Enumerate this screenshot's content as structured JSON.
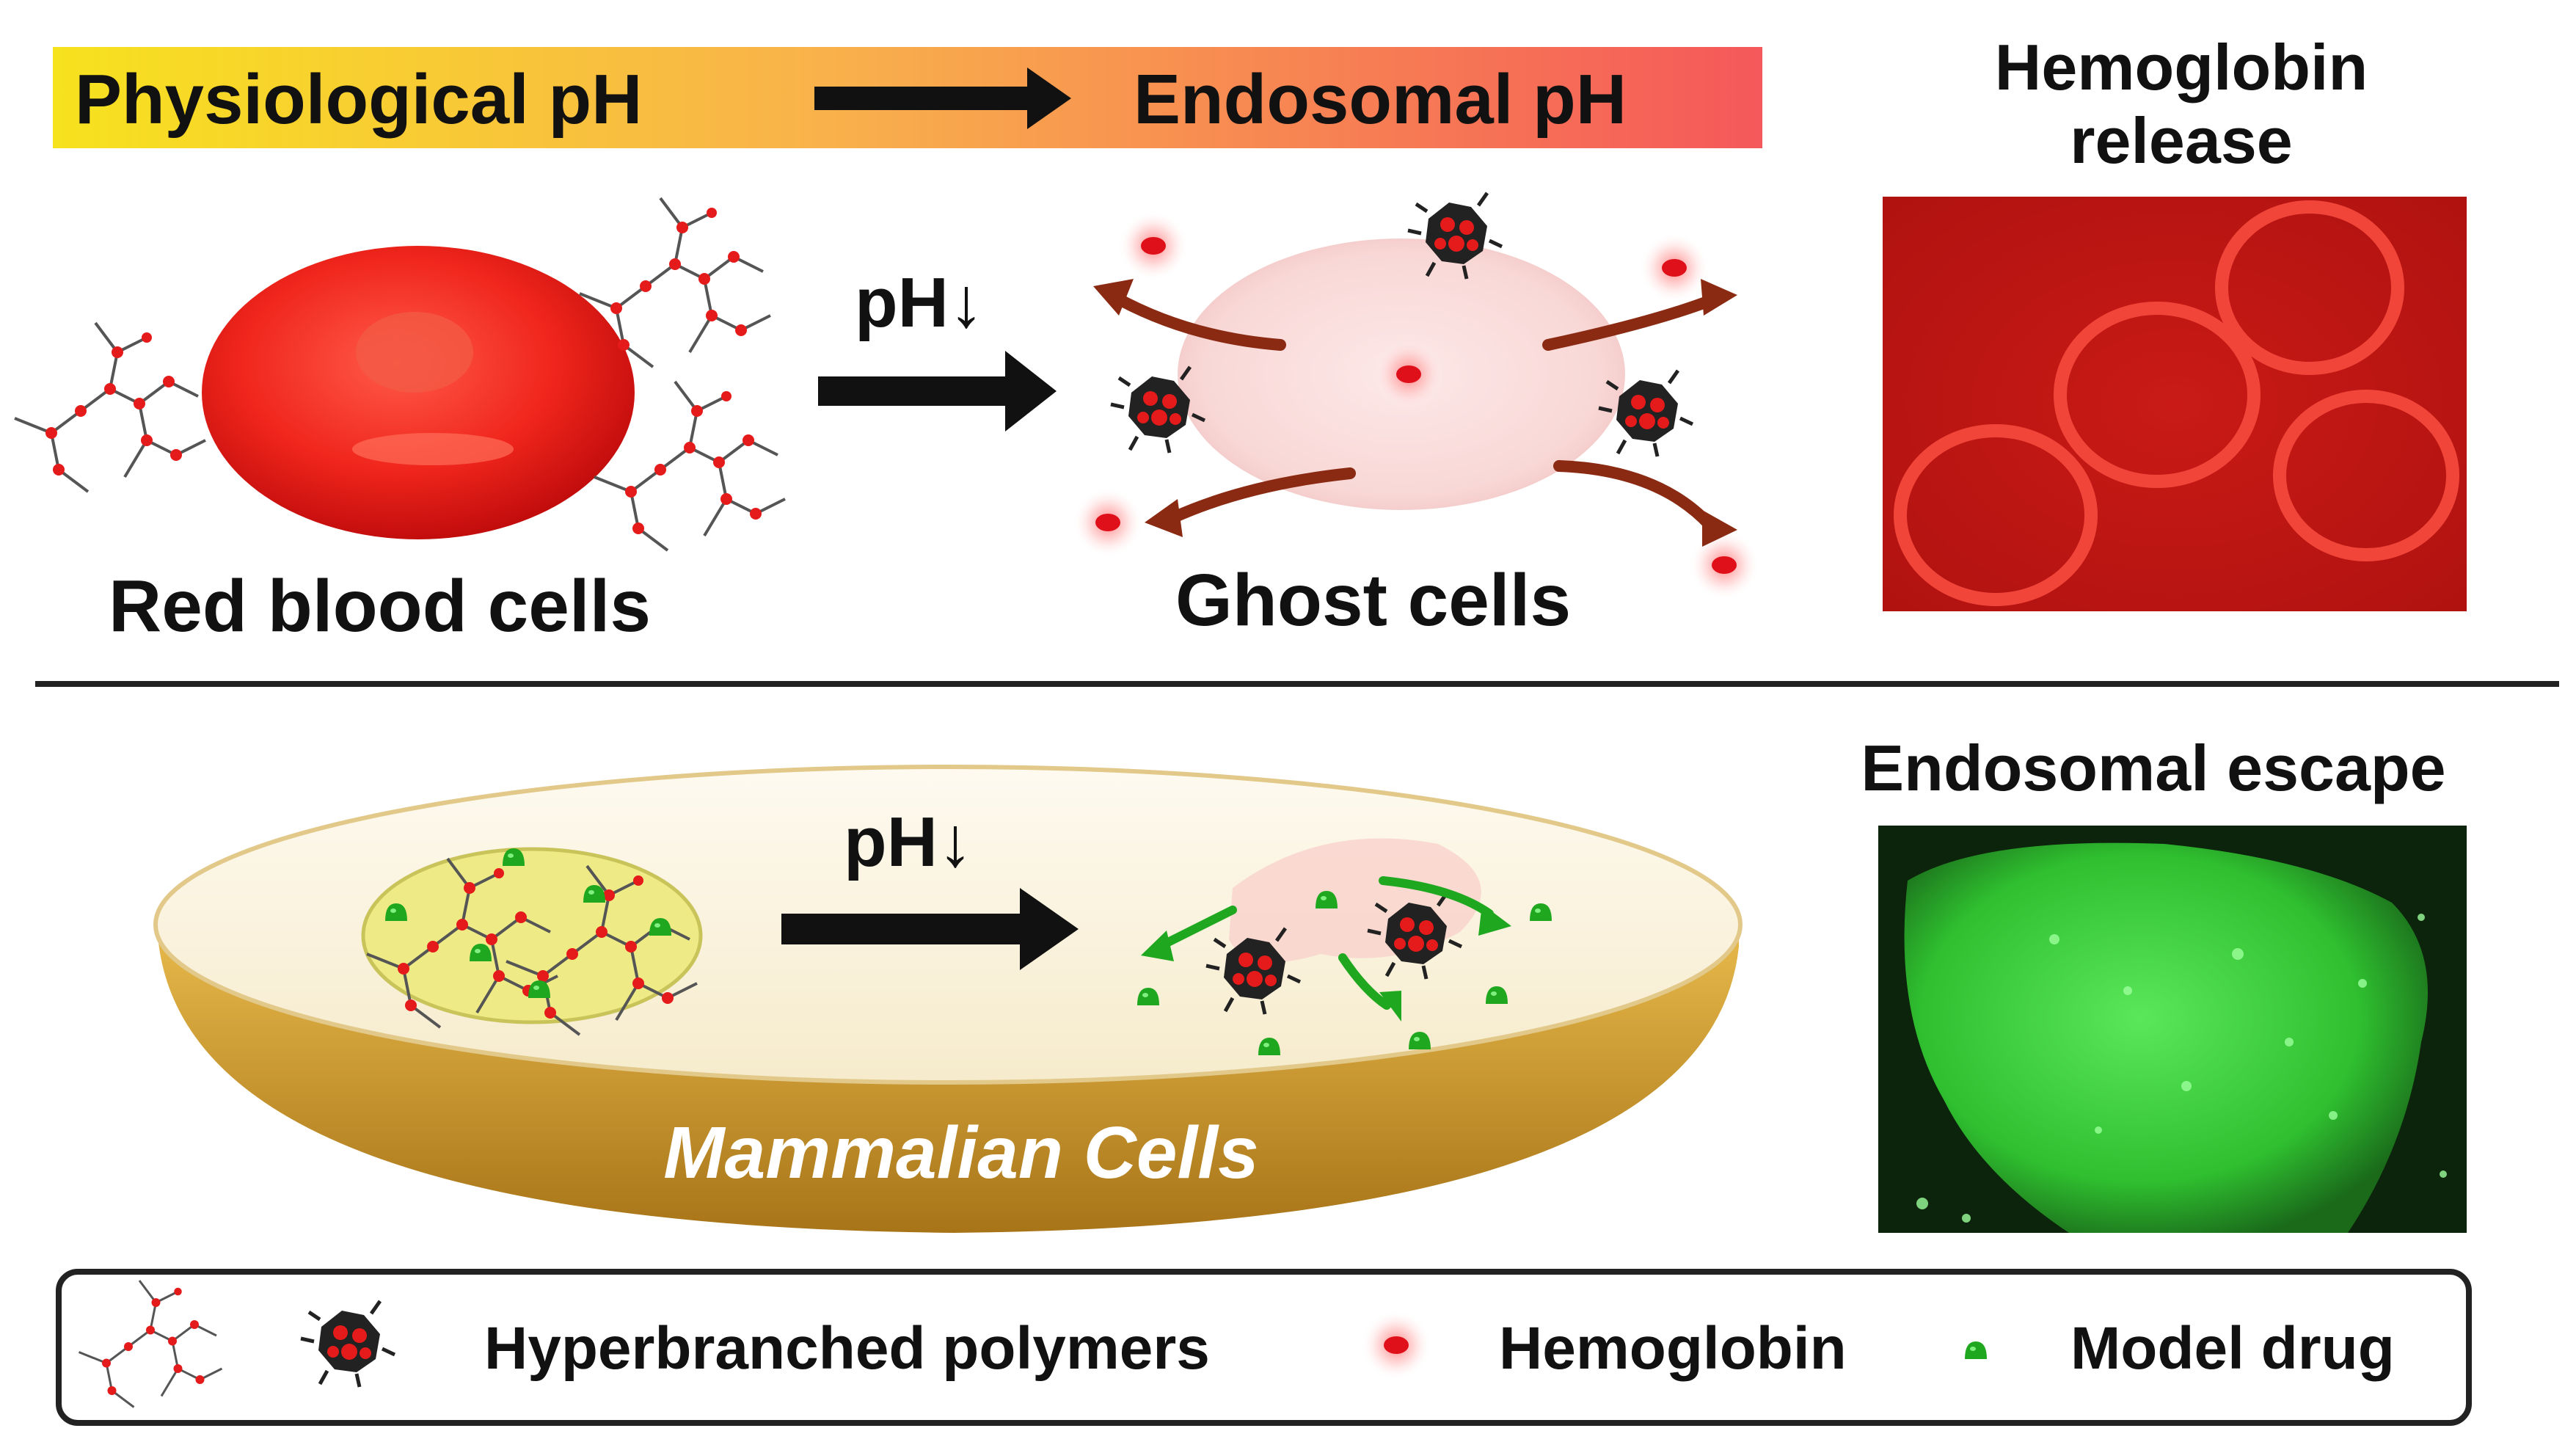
{
  "header": {
    "left_label": "Physiological pH",
    "right_label": "Endosomal pH"
  },
  "top_panel": {
    "rbc_label": "Red blood cells",
    "ph_label": "pH↓",
    "ghost_label": "Ghost cells",
    "image_title_line1": "Hemoglobin",
    "image_title_line2": "release"
  },
  "bottom_panel": {
    "ph_label": "pH↓",
    "mammalian_label": "Mammalian Cells",
    "image_title": "Endosomal escape"
  },
  "legend": {
    "polymers_label": "Hyperbranched polymers",
    "hemoglobin_label": "Hemoglobin",
    "drug_label": "Model drug"
  },
  "colors": {
    "hemoglobin": "#e0101a",
    "drug": "#22b822",
    "microscopy_red": "#e8231f",
    "microscopy_green": "#3fdc3f",
    "dish_gold": "#c99a2a"
  },
  "icons": [
    "polymer-icon",
    "polymer-aggregate-icon",
    "hemoglobin-icon",
    "drug-icon",
    "arrow-icon"
  ]
}
